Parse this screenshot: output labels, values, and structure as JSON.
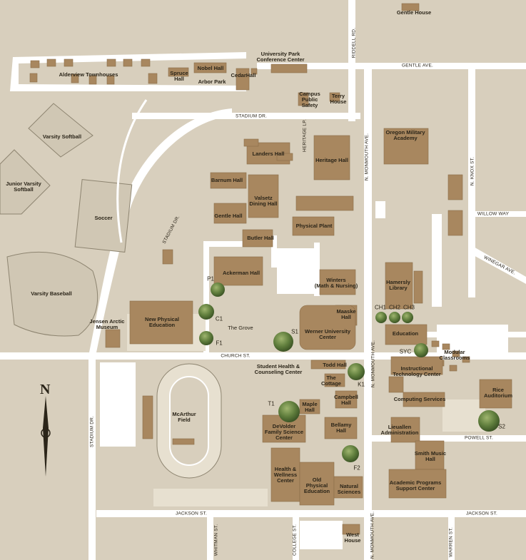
{
  "map": {
    "buildings": [
      {
        "id": "gentle-house",
        "label": "Gentle House"
      },
      {
        "id": "alderview",
        "label": "Alderview Townhouses"
      },
      {
        "id": "spruce",
        "label": "Spruce\nHall"
      },
      {
        "id": "nobel",
        "label": "Nobel Hall"
      },
      {
        "id": "arbor",
        "label": "Arbor Park"
      },
      {
        "id": "cedar",
        "label": "CedarHall"
      },
      {
        "id": "upcc",
        "label": "University Park\nConference Center"
      },
      {
        "id": "campus-safety",
        "label": "Campus\nPublic\nSafety"
      },
      {
        "id": "terry",
        "label": "Terry\nHouse"
      },
      {
        "id": "landers",
        "label": "Landers Hall"
      },
      {
        "id": "heritage",
        "label": "Heritage Hall"
      },
      {
        "id": "oma",
        "label": "Oregon Military\nAcademy"
      },
      {
        "id": "barnum",
        "label": "Barnum Hall"
      },
      {
        "id": "valsetz",
        "label": "Valsetz\nDining Hall"
      },
      {
        "id": "gentle-hall",
        "label": "Gentle Hall"
      },
      {
        "id": "physical-plant",
        "label": "Physical Plant"
      },
      {
        "id": "butler",
        "label": "Butler Hall"
      },
      {
        "id": "ackerman",
        "label": "Ackerman Hall"
      },
      {
        "id": "winters",
        "label": "Winters\n(Math & Nursing)"
      },
      {
        "id": "hamersly",
        "label": "Hamersly\nLibrary"
      },
      {
        "id": "maaske",
        "label": "Maaske\nHall"
      },
      {
        "id": "npe",
        "label": "New Physical\nEducation"
      },
      {
        "id": "grove",
        "label": "The Grove"
      },
      {
        "id": "werner",
        "label": "Werner University\nCenter"
      },
      {
        "id": "education",
        "label": "Education"
      },
      {
        "id": "jensen",
        "label": "Jensen Arctic\nMuseum"
      },
      {
        "id": "modular",
        "label": "Modular\nClassrooms"
      },
      {
        "id": "shcc",
        "label": "Student Health &\nCounseling Center"
      },
      {
        "id": "todd",
        "label": "Todd Hall"
      },
      {
        "id": "cottage",
        "label": "The\nCottage"
      },
      {
        "id": "itc",
        "label": "Instructional\nTechnology Center"
      },
      {
        "id": "mcarthur",
        "label": "McArthur\nField"
      },
      {
        "id": "campbell",
        "label": "Campbell\nHall"
      },
      {
        "id": "maple",
        "label": "Maple\nHall"
      },
      {
        "id": "computing",
        "label": "Computing Services"
      },
      {
        "id": "rice",
        "label": "Rice\nAuditorium"
      },
      {
        "id": "devolder",
        "label": "DeVolder\nFamily Science\nCenter"
      },
      {
        "id": "bellamy",
        "label": "Bellamy\nHall"
      },
      {
        "id": "lieuallen",
        "label": "Lieuallen\nAdministration"
      },
      {
        "id": "smith",
        "label": "Smith Music\nHall"
      },
      {
        "id": "hwc",
        "label": "Health &\nWellness\nCenter"
      },
      {
        "id": "ope",
        "label": "Old\nPhysical\nEducation"
      },
      {
        "id": "natsci",
        "label": "Natural\nSciences"
      },
      {
        "id": "apsc",
        "label": "Academic Programs\nSupport Center"
      },
      {
        "id": "west-house",
        "label": "West\nHouse"
      },
      {
        "id": "varsity-softball",
        "label": "Varsity Softball"
      },
      {
        "id": "jv-softball",
        "label": "Junior Varsity\nSoftball"
      },
      {
        "id": "soccer",
        "label": "Soccer"
      },
      {
        "id": "varsity-baseball",
        "label": "Varsity Baseball"
      }
    ],
    "streets": [
      {
        "id": "riddell",
        "label": "RIDDELL RD."
      },
      {
        "id": "gentle-ave",
        "label": "GENTLE AVE."
      },
      {
        "id": "stadium-dr-top",
        "label": "STADIUM DR."
      },
      {
        "id": "heritage-lp",
        "label": "HERITAGE LP."
      },
      {
        "id": "monmouth-top",
        "label": "N. MONMOUTH AVE."
      },
      {
        "id": "knox",
        "label": "N. KNOX ST."
      },
      {
        "id": "willow",
        "label": "WILLOW WAY"
      },
      {
        "id": "winegar",
        "label": "WINEGAR AVE."
      },
      {
        "id": "stadium-dr-diag",
        "label": "STADIUM DR."
      },
      {
        "id": "church",
        "label": "CHURCH ST."
      },
      {
        "id": "stadium-dr-left",
        "label": "STADIUM DR."
      },
      {
        "id": "monmouth-mid",
        "label": "N. MONMOUTH AVE."
      },
      {
        "id": "powell",
        "label": "POWELL ST."
      },
      {
        "id": "jackson-left",
        "label": "JACKSON ST."
      },
      {
        "id": "jackson-right",
        "label": "JACKSON ST."
      },
      {
        "id": "whitman",
        "label": "WHITMAN ST."
      },
      {
        "id": "college",
        "label": "COLLEGE ST."
      },
      {
        "id": "monmouth-bottom",
        "label": "N. MONMOUTH AVE."
      },
      {
        "id": "warren",
        "label": "WARREN ST."
      }
    ],
    "trees": [
      "P1",
      "C1",
      "F1",
      "S1",
      "CH1",
      "CH2",
      "CH3",
      "SYC",
      "K1",
      "T1",
      "F2",
      "S2"
    ],
    "compass": {
      "label": "N"
    },
    "colors": {
      "background": "#d8cfbd",
      "building": "#a8875f",
      "road": "#ffffff",
      "lot": "#ffffff",
      "tree": "#4f6b34",
      "field": "#ddd5c4"
    }
  }
}
